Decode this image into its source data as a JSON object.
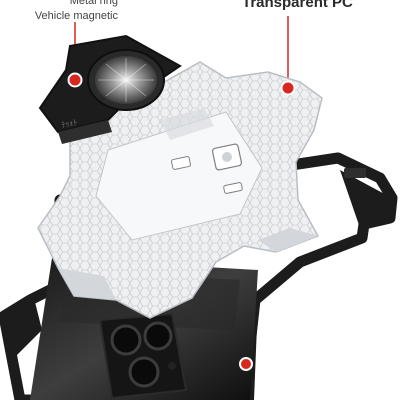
{
  "callouts": {
    "left_line1": "Metal ring",
    "left_line2": "Vehicle magnetic",
    "right": "Transparent PC"
  },
  "colors": {
    "accent_red": "#d9271e",
    "frame_black": "#1c1c1c",
    "pc_clear": "#eef0f2"
  },
  "icons": {
    "ring_holder": "magnetic-ring-holder-icon",
    "callout_dot": "callout-dot-icon"
  }
}
